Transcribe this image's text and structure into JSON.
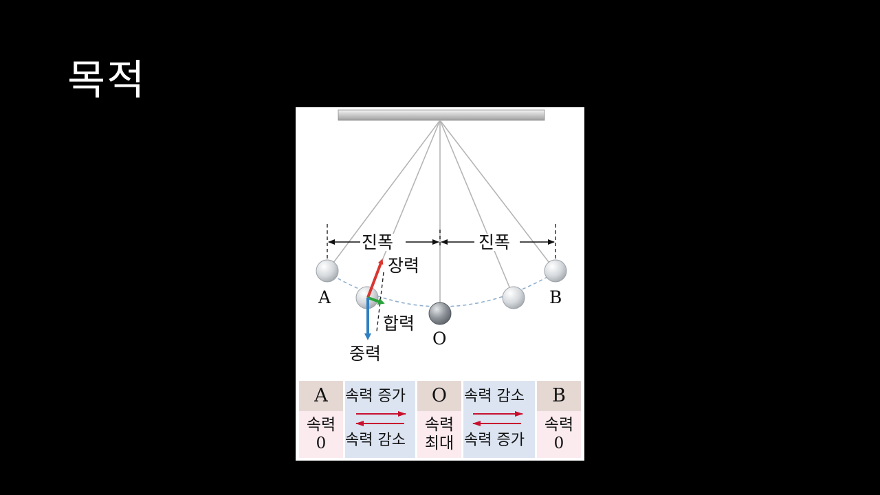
{
  "slide": {
    "title": "목적"
  },
  "diagram": {
    "labels": {
      "amplitude_left": "진폭",
      "amplitude_right": "진폭",
      "tension": "장력",
      "net_force": "합력",
      "gravity": "중력",
      "point_a": "A",
      "point_b": "B",
      "point_o": "O"
    },
    "colors": {
      "tension_arrow": "#d9362f",
      "net_force_arrow": "#2aa43a",
      "gravity_arrow": "#2f7fc1",
      "table_arrow": "#c8102e",
      "header_bg": "#e5d8d3",
      "pink_bg": "#fbeaee",
      "blue_bg": "#dce4f1"
    },
    "table": {
      "pos_a": "A",
      "pos_o": "O",
      "pos_b": "B",
      "a_to_o_forward": "속력 증가",
      "a_to_o_backward": "속력 감소",
      "o_to_b_forward": "속력 감소",
      "o_to_b_backward": "속력 증가",
      "a_speed_label": "속력",
      "a_speed_value": "0",
      "o_speed_line1": "속력",
      "o_speed_line2": "최대",
      "b_speed_label": "속력",
      "b_speed_value": "0"
    }
  }
}
